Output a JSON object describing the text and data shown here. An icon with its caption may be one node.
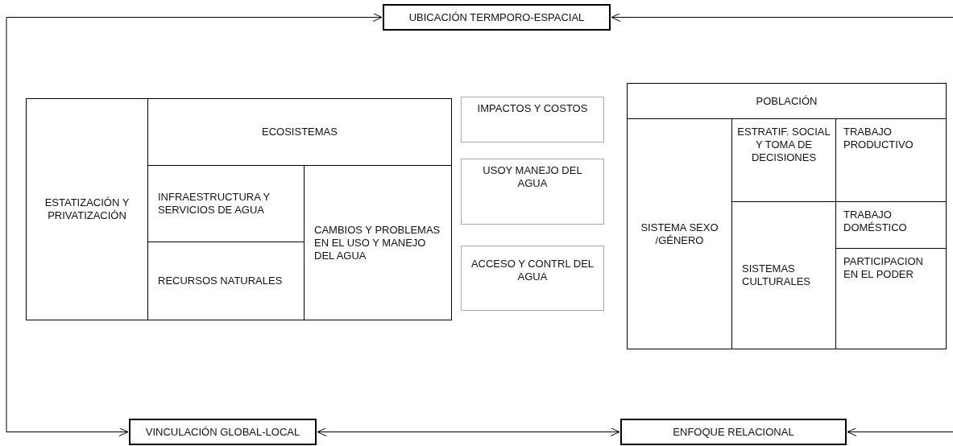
{
  "diagram": {
    "nodes": [
      {
        "text": [
          "UBICACIÓN TERMPORO-ESPACIAL"
        ]
      },
      {
        "text": [
          "ESTATIZACIÓN Y PRIVATIZACIÓN"
        ]
      },
      {
        "text": [
          "ECOSISTEMAS"
        ]
      },
      {
        "text": [
          "INFRAESTRUCTURA Y SERVICIOS DE AGUA"
        ]
      },
      {
        "text": [
          "CAMBIOS Y PROBLEMAS EN EL USO Y MANEJO DEL AGUA"
        ]
      },
      {
        "text": [
          "RECURSOS NATURALES"
        ]
      },
      {
        "text": [
          "IMPACTOS Y COSTOS"
        ]
      },
      {
        "text": [
          "USOY MANEJO DEL AGUA"
        ]
      },
      {
        "text": [
          "ACCESO Y CONTRL DEL AGUA"
        ]
      },
      {
        "text": [
          "POBLACIÓN"
        ]
      },
      {
        "text": [
          "SISTEMA SEXO /GÉNERO"
        ]
      },
      {
        "text": [
          "ESTRATIF. SOCIAL Y TOMA DE DECISIONES"
        ]
      },
      {
        "text": [
          "TRABAJO PRODUCTIVO"
        ]
      },
      {
        "text": [
          "TRABAJO DOMÉSTICO"
        ]
      },
      {
        "text": [
          "SISTEMAS CULTURALES"
        ]
      },
      {
        "text": [
          "PARTICIPACION EN EL PODER"
        ]
      },
      {
        "text": [
          "VINCULACIÓN GLOBAL-LOCAL"
        ]
      },
      {
        "text": [
          "ENFOQUE RELACIONAL"
        ]
      }
    ],
    "edges": [
      {
        "from": 0,
        "to": 16,
        "arrow": "both"
      },
      {
        "from": null,
        "to": 0,
        "arrow": "to"
      },
      {
        "from": 16,
        "to": 17,
        "arrow": "both"
      },
      {
        "from": null,
        "to": 17,
        "arrow": "to"
      }
    ]
  }
}
